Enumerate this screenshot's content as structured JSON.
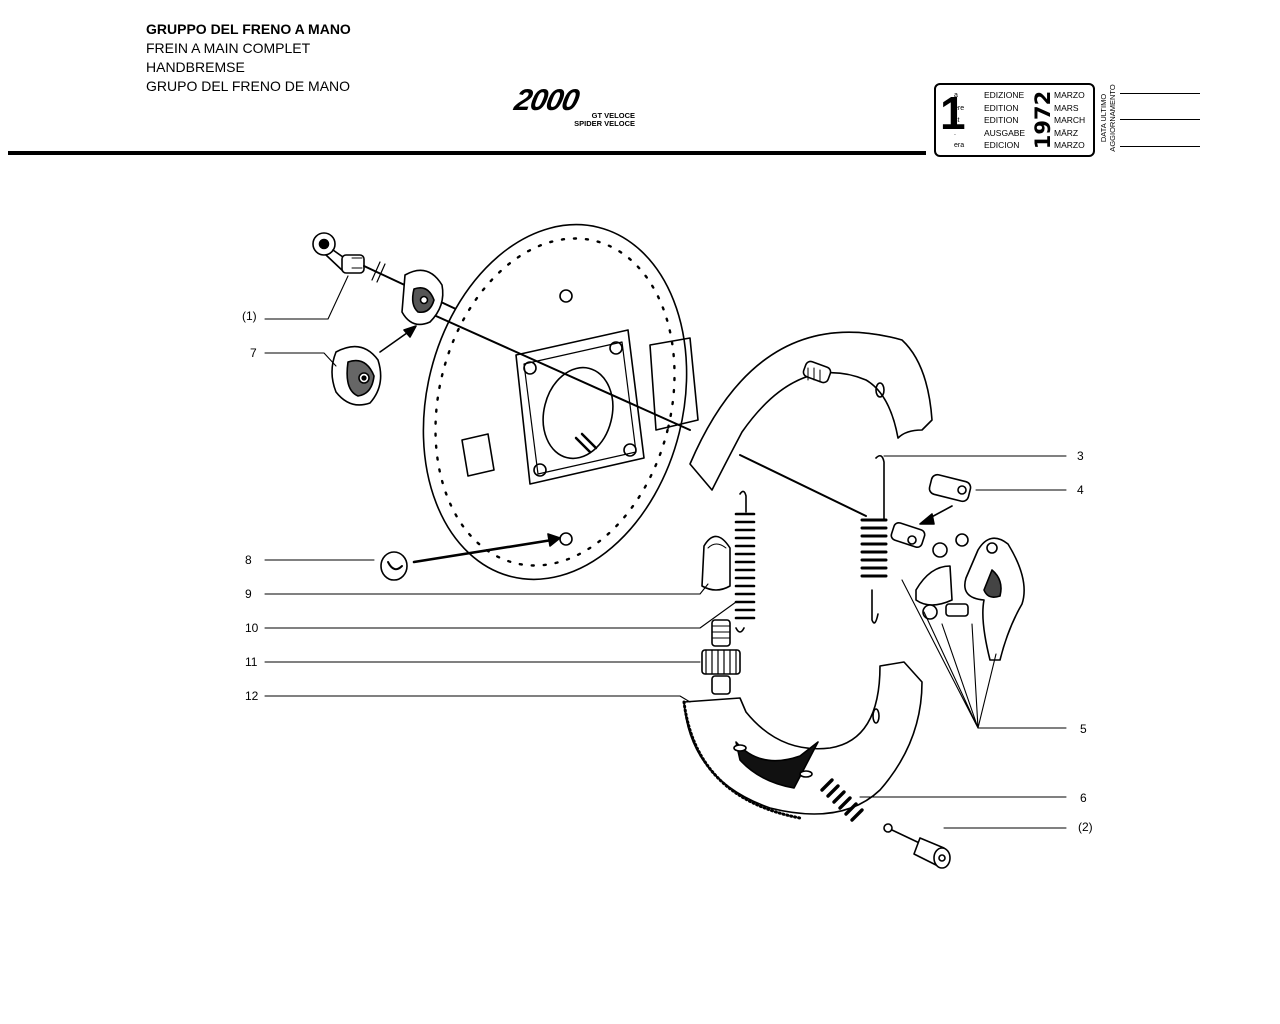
{
  "header": {
    "titles": [
      "GRUPPO DEL FRENO A MANO",
      "FREIN A MAIN COMPLET",
      "HANDBREMSE",
      "GRUPO DEL FRENO DE MANO"
    ]
  },
  "logo": {
    "model": "2000",
    "variants": [
      "GT VELOCE",
      "SPIDER VELOCE"
    ]
  },
  "edition_box": {
    "number": "1",
    "suffixes": [
      "a",
      "ère",
      "st",
      ".",
      "era"
    ],
    "words": [
      "EDIZIONE",
      "EDITION",
      "EDITION",
      "AUSGABE",
      "EDICION"
    ],
    "year": "1972",
    "months": [
      "MARZO",
      "MARS",
      "MARCH",
      "MÄRZ",
      "MARZO"
    ]
  },
  "update_label": [
    "DATA ULTIMO",
    "AGGIORNAMENTO"
  ],
  "callouts": {
    "left": [
      "(1)",
      "7",
      "8",
      "9",
      "10",
      "11",
      "12"
    ],
    "right": [
      "3",
      "4",
      "5",
      "6",
      "(2)"
    ]
  },
  "colors": {
    "ink": "#000000",
    "paper": "#ffffff"
  }
}
